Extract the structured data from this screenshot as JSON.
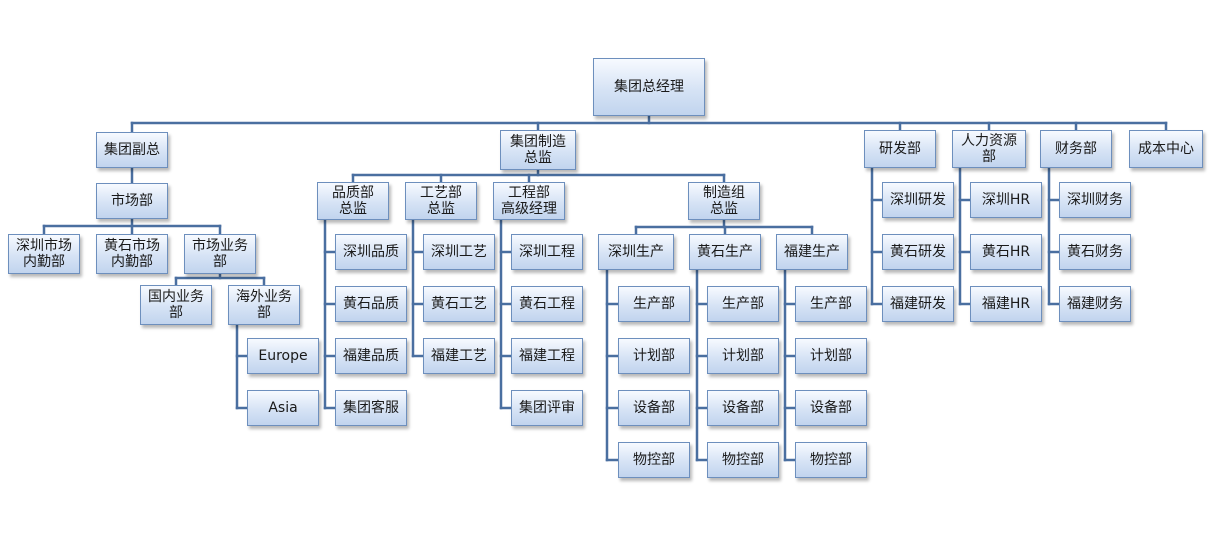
{
  "org_chart": {
    "ceo": "集团总经理",
    "vp": "集团副总",
    "marketing": "市场部",
    "sz_market": "深圳市场\n内勤部",
    "hs_market": "黄石市场\n内勤部",
    "market_biz": "市场业务\n部",
    "domestic": "国内业务\n部",
    "overseas": "海外业务\n部",
    "europe": "Europe",
    "asia": "Asia",
    "manufacturing": "集团制造\n总监",
    "quality_dir": "品质部\n总监",
    "sz_quality": "深圳品质",
    "hs_quality": "黄石品质",
    "fj_quality": "福建品质",
    "group_cs": "集团客服",
    "process_dir": "工艺部\n总监",
    "sz_process": "深圳工艺",
    "hs_process": "黄石工艺",
    "fj_process": "福建工艺",
    "eng_mgr": "工程部\n高级经理",
    "sz_eng": "深圳工程",
    "hs_eng": "黄石工程",
    "fj_eng": "福建工程",
    "group_review": "集团评审",
    "mfg_dir": "制造组\n总监",
    "sz_prod": "深圳生产",
    "hs_prod": "黄石生产",
    "fj_prod": "福建生产",
    "production": "生产部",
    "planning": "计划部",
    "equipment": "设备部",
    "material": "物控部",
    "rnd": "研发部",
    "sz_rnd": "深圳研发",
    "hs_rnd": "黄石研发",
    "fj_rnd": "福建研发",
    "hr": "人力资源\n部",
    "sz_hr": "深圳HR",
    "hs_hr": "黄石HR",
    "fj_hr": "福建HR",
    "finance": "财务部",
    "sz_fin": "深圳财务",
    "hs_fin": "黄石财务",
    "fj_fin": "福建财务",
    "cost_center": "成本中心"
  },
  "colors": {
    "connector": "#4a6fa0",
    "box_border": "#6d8fbd",
    "box_fill_top": "#f7faff",
    "box_fill_bottom": "#c1d4ee"
  }
}
